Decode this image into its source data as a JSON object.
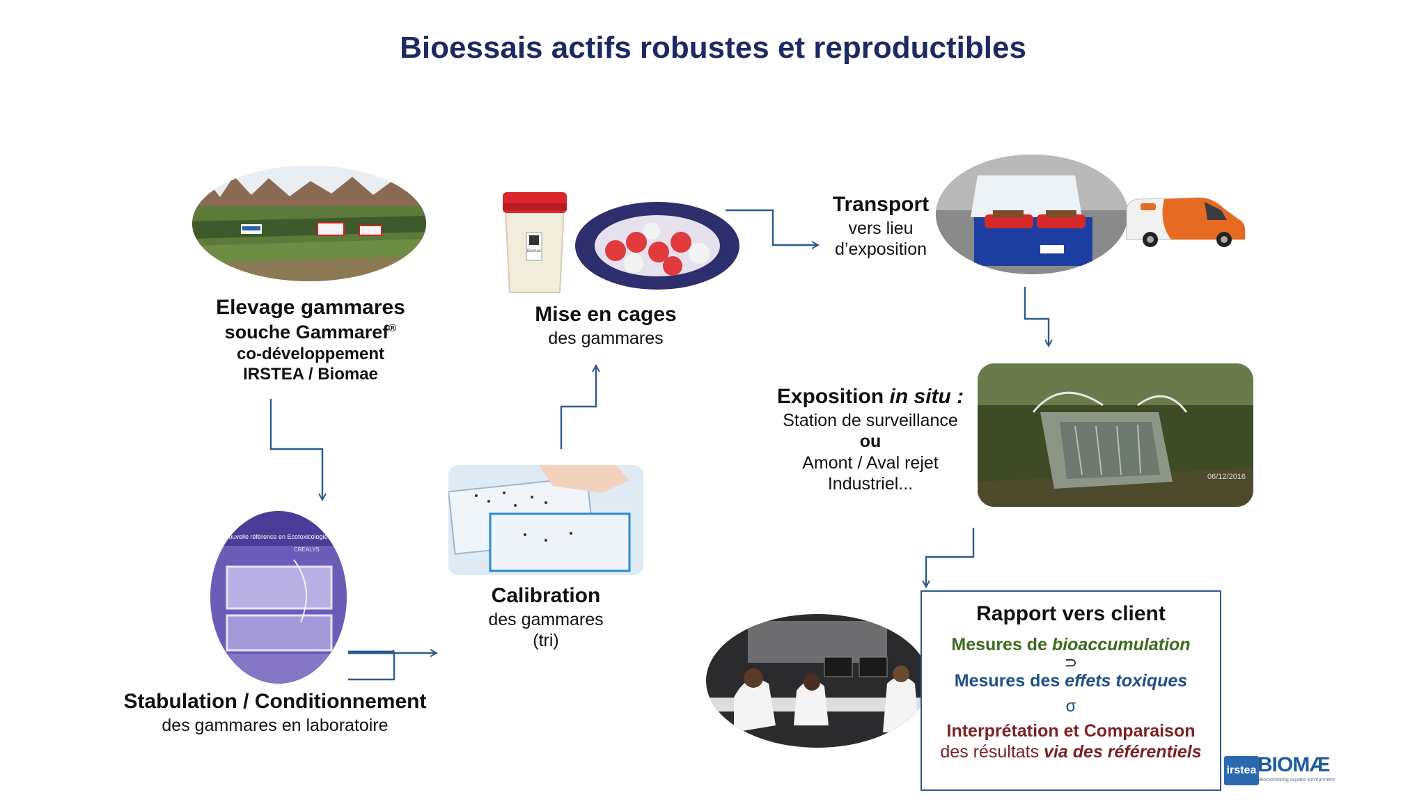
{
  "title": "Bioessais actifs robustes et reproductibles",
  "steps": {
    "elevage": {
      "l1": "Elevage gammares",
      "l2": "souche Gammaref",
      "reg": "®",
      "l3": "co-développement",
      "l4": "IRSTEA / Biomae"
    },
    "stabulation": {
      "heading": "Stabulation / Conditionnement",
      "sub": "des gammares en laboratoire"
    },
    "calibration": {
      "heading": "Calibration",
      "sub1": "des gammares",
      "sub2": "(tri)"
    },
    "mise_en_cages": {
      "heading": "Mise en cages",
      "sub": "des gammares"
    },
    "transport": {
      "heading": "Transport",
      "sub1": "vers lieu",
      "sub2": "d’exposition"
    },
    "exposition": {
      "heading_a": "Exposition ",
      "heading_b": "in situ :",
      "l1": "Station de surveillance",
      "l2": "ou",
      "l3": "Amont / Aval rejet",
      "l4": "Industriel..."
    }
  },
  "report": {
    "title": "Rapport vers client",
    "m1_a": "Mesures de ",
    "m1_b": "bioaccumulation",
    "sym1": "⊃",
    "m2_a": "Mesures des ",
    "m2_b": "effets toxiques",
    "sym2": "σ",
    "m3": "Interprétation et Comparaison",
    "m4_a": "des résultats ",
    "m4_b": "via des référentiels"
  },
  "photos": {
    "sample_label": "Biomae",
    "tank_banner": "Nouvelle référence en Ecotoxicologie",
    "tank_logo": "CREALYS",
    "crate_date": "06/12/2016"
  },
  "logos": {
    "irstea": "irstea",
    "biomae": "BIOMÆ",
    "biomae_tagline": "Biomonitoring Aquatic Environment"
  },
  "colors": {
    "title": "#1b2a63",
    "arrow": "#2c5a8c",
    "green": "#3d6b1e",
    "blue": "#1f4f86",
    "red": "#7a2323"
  }
}
